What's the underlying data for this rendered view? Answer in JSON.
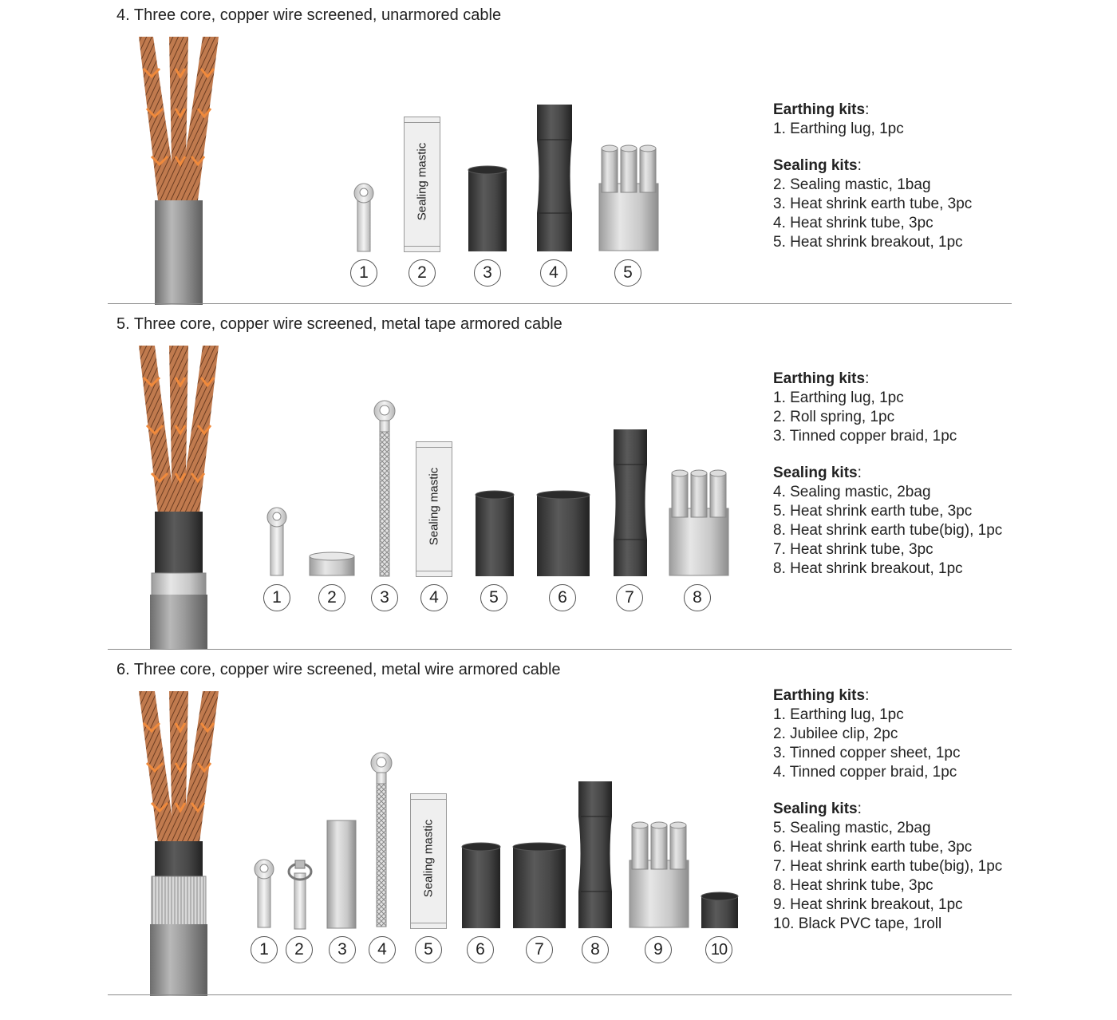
{
  "sections": [
    {
      "title": "4. Three core, copper wire screened, unarmored cable",
      "earthing_heading": "Earthing kits",
      "earthing": [
        "1. Earthing lug, 1pc"
      ],
      "sealing_heading": "Sealing kits",
      "sealing": [
        "2. Sealing mastic, 1bag",
        "3. Heat shrink earth tube, 3pc",
        "4. Heat shrink tube, 3pc",
        "5. Heat shrink breakout, 1pc"
      ],
      "numbers": [
        "1",
        "2",
        "3",
        "4",
        "5"
      ]
    },
    {
      "title": "5. Three core, copper wire screened, metal tape armored cable",
      "earthing_heading": "Earthing kits",
      "earthing": [
        "1. Earthing lug, 1pc",
        "2. Roll spring, 1pc",
        "3. Tinned copper braid, 1pc"
      ],
      "sealing_heading": "Sealing kits",
      "sealing": [
        "4. Sealing mastic, 2bag",
        "5. Heat shrink earth tube, 3pc",
        "8. Heat shrink earth tube(big), 1pc",
        "7. Heat shrink tube, 3pc",
        "8. Heat shrink breakout, 1pc"
      ],
      "numbers": [
        "1",
        "2",
        "3",
        "4",
        "5",
        "6",
        "7",
        "8"
      ]
    },
    {
      "title": "6. Three core, copper wire screened, metal wire armored cable",
      "earthing_heading": "Earthing kits",
      "earthing": [
        "1. Earthing lug, 1pc",
        "2. Jubilee clip, 2pc",
        "3. Tinned copper sheet, 1pc",
        "4. Tinned copper braid, 1pc"
      ],
      "sealing_heading": "Sealing kits",
      "sealing": [
        "5. Sealing mastic, 2bag",
        "6. Heat shrink earth tube, 3pc",
        "7. Heat shrink earth tube(big), 1pc",
        "8. Heat shrink tube, 3pc",
        "9. Heat shrink breakout, 1pc",
        "10. Black PVC tape, 1roll"
      ],
      "numbers": [
        "1",
        "2",
        "3",
        "4",
        "5",
        "6",
        "7",
        "8",
        "9",
        "10"
      ]
    }
  ],
  "mastic_label": "Sealing mastic",
  "colors": {
    "copper": "#c9855a",
    "copper_dark": "#8a5a3a",
    "orange_tape": "#f08a3c",
    "grey_sheath": "#8c8c8c",
    "black_tube": "#3a3a3a",
    "breakout": "#bdbdbd"
  }
}
